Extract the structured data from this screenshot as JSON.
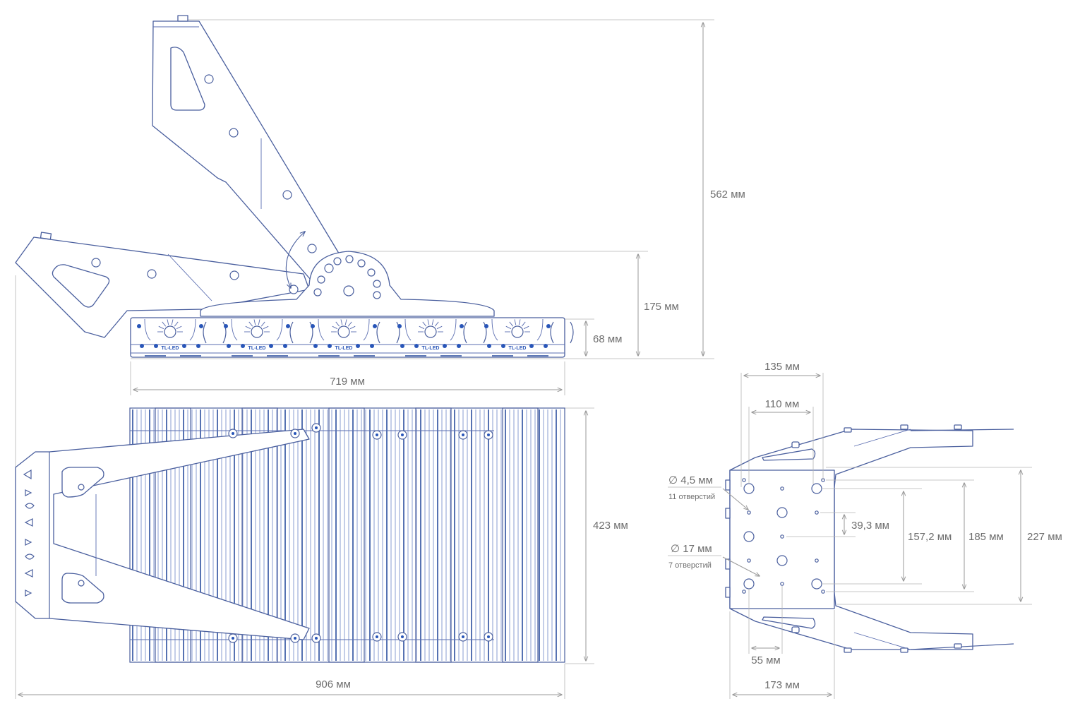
{
  "colors": {
    "line": "#4a5f9e",
    "accent_blue": "#2855b8",
    "dimension": "#9a9a9a",
    "text": "#6e6e6e"
  },
  "side_view": {
    "logo": "TL-LED",
    "dims": {
      "total_height": "562 мм",
      "mount_height": "175 мм",
      "body_height": "68 мм",
      "body_width": "719 мм"
    }
  },
  "top_view": {
    "dims": {
      "depth": "423 мм",
      "total_length": "906 мм"
    }
  },
  "bracket_view": {
    "dims": {
      "outer_hole_spacing": "135 мм",
      "inner_hole_spacing": "110 мм",
      "small_hole_diameter": "∅ 4,5 мм",
      "small_hole_count": "11 отверстий",
      "large_hole_diameter": "∅ 17 мм",
      "large_hole_count": "7 отверстий",
      "pitch": "39,3 мм",
      "span_1": "157,2 мм",
      "span_2": "185 мм",
      "span_3": "227  мм",
      "offset": "55 мм",
      "width": "173 мм"
    }
  }
}
